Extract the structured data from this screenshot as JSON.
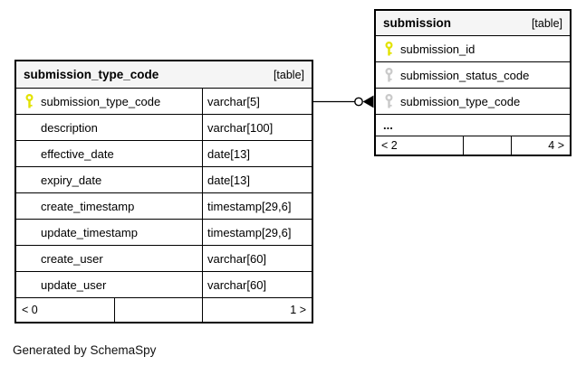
{
  "diagram": {
    "generator_note": "Generated by SchemaSpy",
    "relationship": {
      "from_table": "submission_type_code",
      "from_column": "submission_type_code",
      "to_table": "submission",
      "to_column": "submission_type_code",
      "end_style": "open-circle-filled-arrow"
    }
  },
  "colors": {
    "border": "#000000",
    "header_bg": "#f5f5f5",
    "primary_key": "#e2e200",
    "foreign_key": "#c9c9c9",
    "row_bg": "#ffffff",
    "text": "#000000"
  },
  "icons": {
    "primary_key": "key-icon-yellow",
    "foreign_key": "key-icon-gray"
  },
  "tables": [
    {
      "title": "submission_type_code",
      "badge": "[table]",
      "columns": [
        {
          "name": "submission_type_code",
          "type": "varchar[5]",
          "key": "primary"
        },
        {
          "name": "description",
          "type": "varchar[100]",
          "key": "none"
        },
        {
          "name": "effective_date",
          "type": "date[13]",
          "key": "none"
        },
        {
          "name": "expiry_date",
          "type": "date[13]",
          "key": "none"
        },
        {
          "name": "create_timestamp",
          "type": "timestamp[29,6]",
          "key": "none"
        },
        {
          "name": "update_timestamp",
          "type": "timestamp[29,6]",
          "key": "none"
        },
        {
          "name": "create_user",
          "type": "varchar[60]",
          "key": "none"
        },
        {
          "name": "update_user",
          "type": "varchar[60]",
          "key": "none"
        }
      ],
      "footer": {
        "left": "< 0",
        "middle": "",
        "right": "1 >"
      }
    },
    {
      "title": "submission",
      "badge": "[table]",
      "columns": [
        {
          "name": "submission_id",
          "key": "primary"
        },
        {
          "name": "submission_status_code",
          "key": "foreign"
        },
        {
          "name": "submission_type_code",
          "key": "foreign"
        }
      ],
      "ellipsis": "...",
      "footer": {
        "left": "< 2",
        "middle": "",
        "right": "4 >"
      }
    }
  ]
}
